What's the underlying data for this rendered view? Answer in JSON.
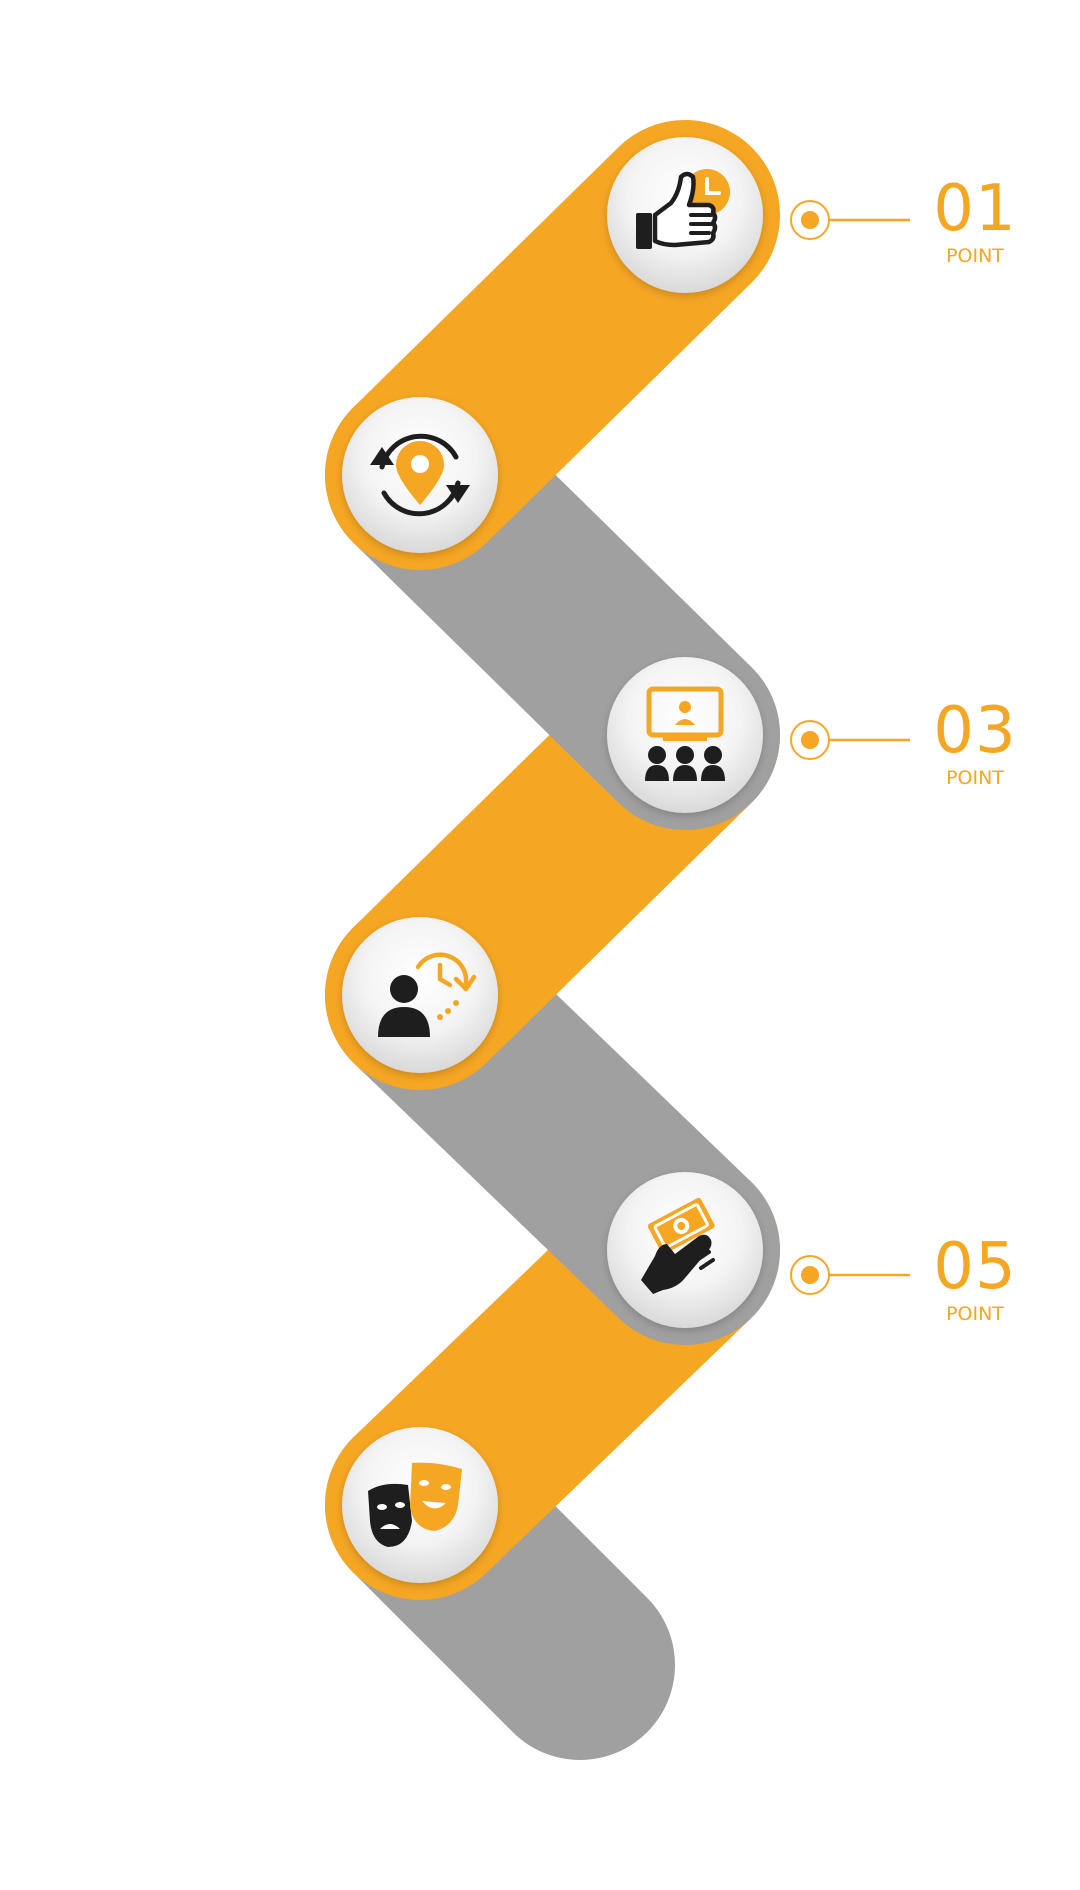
{
  "colors": {
    "accent": "#F5A623",
    "gray": "#A0A0A0",
    "icon_dark": "#1E1E1E",
    "circle_light": "#FBFBFB",
    "circle_shade": "#D9D9D9"
  },
  "steps": [
    {
      "icon": "thumbs-up-clock-icon",
      "band_color": "orange",
      "side": "right"
    },
    {
      "icon": "location-refresh-icon",
      "band_color": "gray",
      "side": "left"
    },
    {
      "icon": "presentation-audience-icon",
      "band_color": "orange",
      "side": "right"
    },
    {
      "icon": "person-time-icon",
      "band_color": "gray",
      "side": "left"
    },
    {
      "icon": "hand-money-icon",
      "band_color": "orange",
      "side": "right"
    },
    {
      "icon": "theater-masks-icon",
      "band_color": "gray",
      "side": "left"
    }
  ],
  "labels": [
    {
      "number": "01",
      "text": "POINT"
    },
    {
      "number": "03",
      "text": "POINT"
    },
    {
      "number": "05",
      "text": "POINT"
    }
  ]
}
